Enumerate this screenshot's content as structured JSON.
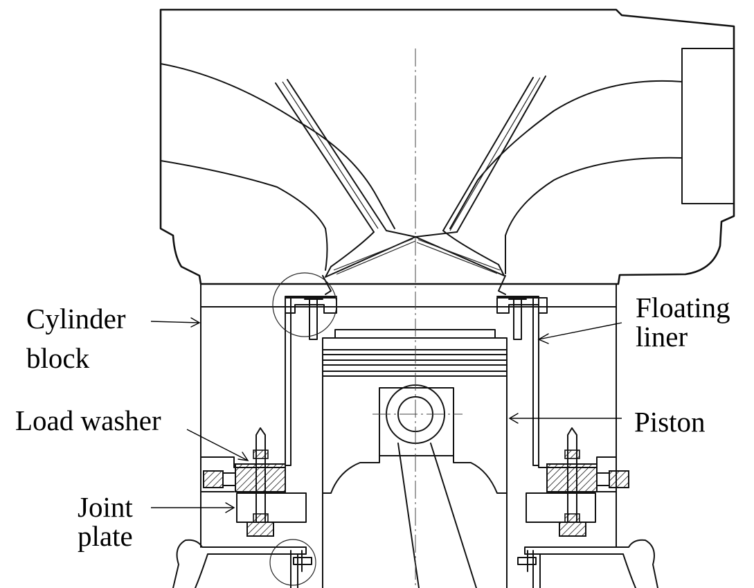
{
  "labels": {
    "cylinder_block": [
      "Cylinder",
      "block"
    ],
    "floating_liner": [
      "Floating",
      "liner"
    ],
    "load_washer": "Load washer",
    "piston": "Piston",
    "joint_plate": [
      "Joint",
      "plate"
    ]
  },
  "colors": {
    "line": "#111111",
    "background": "#ffffff"
  }
}
